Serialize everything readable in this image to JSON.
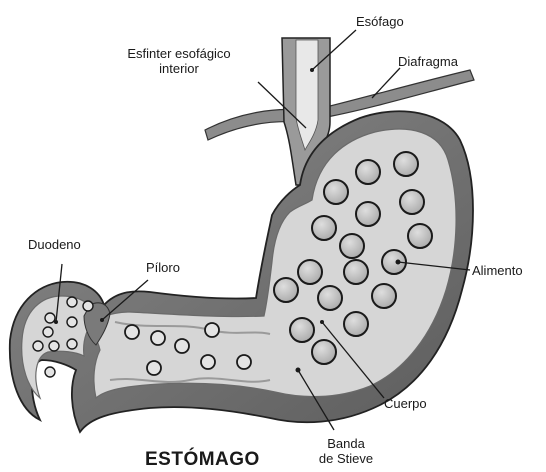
{
  "diagram": {
    "title": "ESTÓMAGO",
    "labels": {
      "esofago": "Esófago",
      "esfinter_line1": "Esfinter esofágico",
      "esfinter_line2": "interior",
      "diafragma": "Diafragma",
      "duodeno": "Duodeno",
      "piloro": "Píloro",
      "alimento": "Alimento",
      "cuerpo": "Cuerpo",
      "banda_line1": "Banda",
      "banda_line2": "de Stieve"
    },
    "colors": {
      "outer_wall": "#6d6d6d",
      "wall_light": "#b4b4b4",
      "interior": "#d6d6d6",
      "food_fill": "#c8c8c8",
      "outline": "#1a1a1a",
      "text": "#1a1a1a"
    }
  }
}
